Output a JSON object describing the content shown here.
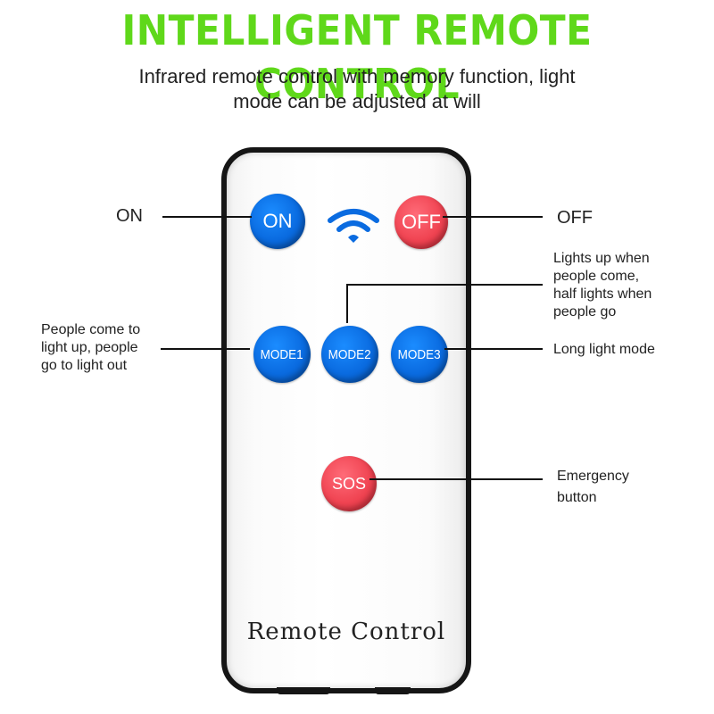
{
  "headline": "INTELLIGENT REMOTE CONTROL",
  "subtitle_line1": "Infrared remote control with memory function, light",
  "subtitle_line2": "mode can be adjusted at will",
  "buttons": {
    "on": "ON",
    "off": "OFF",
    "mode1": "MODE1",
    "mode2": "MODE2",
    "mode3": "MODE3",
    "sos": "SOS"
  },
  "remote_label": "Remote Control",
  "callouts": {
    "on": "ON",
    "off": "OFF",
    "mode1": [
      "People come to",
      "light up, people",
      "go to light out"
    ],
    "mode2": [
      "Lights up when",
      "people come,",
      "half lights when",
      "people go"
    ],
    "mode3": "Long light mode",
    "sos": [
      "Emergency",
      "button"
    ]
  },
  "icons": {
    "wireless": "wifi-signal-icon"
  },
  "colors": {
    "headline": "#5fd81a",
    "blue_button": "#0a6be0",
    "red_button": "#f04452",
    "remote_border": "#151515"
  }
}
